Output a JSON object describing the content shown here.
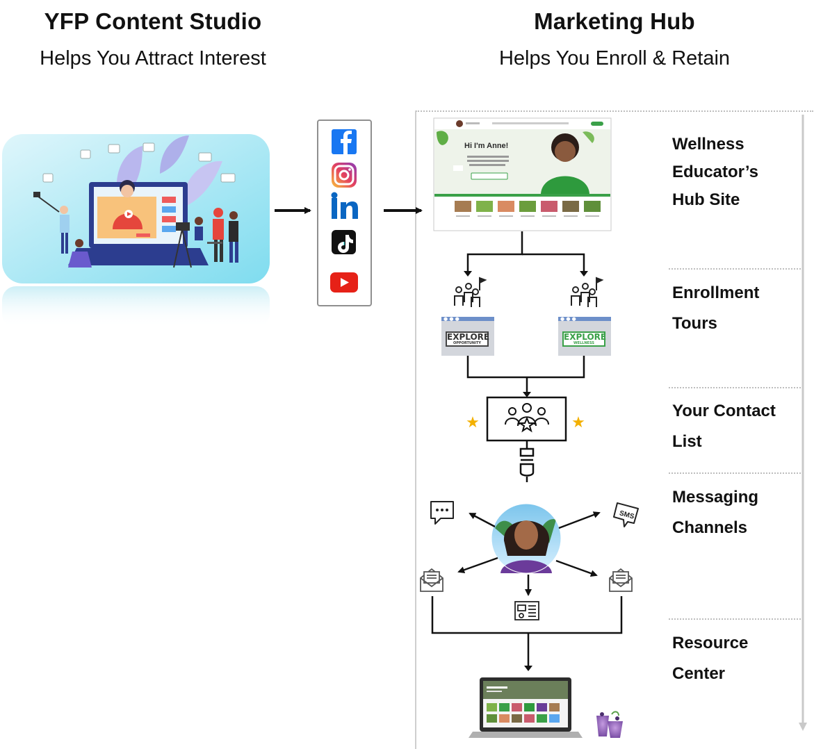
{
  "left_header": {
    "title": "YFP Content Studio",
    "subtitle": "Helps You Attract Interest"
  },
  "right_header": {
    "title": "Marketing Hub",
    "subtitle": "Helps You Enroll & Retain"
  },
  "sections": [
    {
      "line1": "Wellness",
      "line2": "Educator’s",
      "line3": "Hub Site"
    },
    {
      "line1": "Enrollment",
      "line2": "Tours"
    },
    {
      "line1": "Your Contact",
      "line2": "List"
    },
    {
      "line1": "Messaging",
      "line2": "Channels"
    },
    {
      "line1": "Resource",
      "line2": "Center"
    }
  ],
  "social_icons": [
    "facebook-icon",
    "instagram-icon",
    "linkedin-icon",
    "tiktok-icon",
    "youtube-icon"
  ],
  "hub_site": {
    "greeting": "Hi I'm Anne!"
  },
  "tours": [
    {
      "word": "EXPLORE",
      "sub": "OPPORTUNITY",
      "color": "#333333"
    },
    {
      "word": "EXPLORE",
      "sub": "WELLNESS",
      "color": "#3aa048"
    }
  ],
  "sms_label": "SMS",
  "colors": {
    "facebook": "#1877f2",
    "linkedin": "#0a66c2",
    "youtube": "#e62117",
    "accent_green": "#3aa048",
    "star": "#f3b000"
  }
}
